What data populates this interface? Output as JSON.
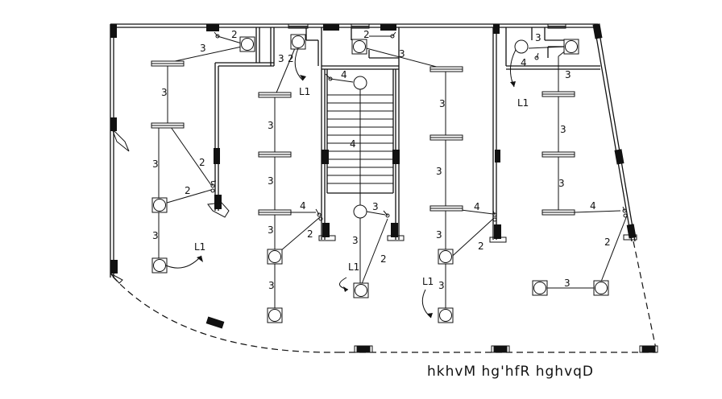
{
  "drawing": {
    "title": "hkhvM hg'hfR hghvqD",
    "colors": {
      "line": "#111111",
      "background": "#ffffff"
    }
  },
  "labels": {
    "lamp": "L1",
    "w2": "2",
    "w3": "3",
    "w4": "4"
  }
}
